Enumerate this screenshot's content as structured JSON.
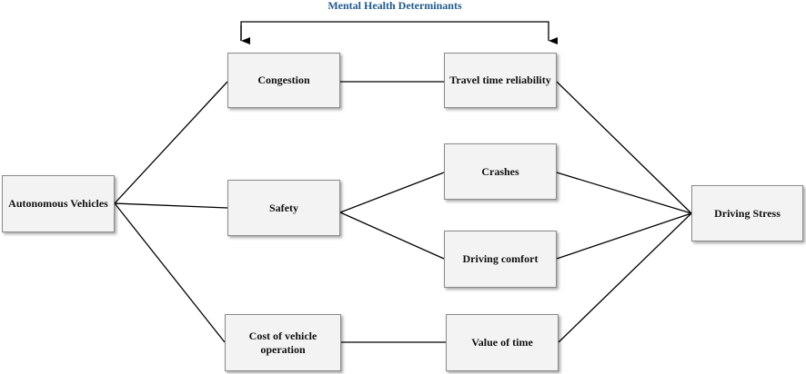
{
  "diagram": {
    "heading": "Mental Health Determinants",
    "heading_color": "#1f5a8c",
    "nodes": {
      "autonomous_vehicles": "Autonomous Vehicles",
      "congestion": "Congestion",
      "safety": "Safety",
      "cost_of_vehicle_operation": "Cost of vehicle operation",
      "travel_time_reliability": "Travel time reliability",
      "crashes": "Crashes",
      "driving_comfort": "Driving comfort",
      "value_of_time": "Value of time",
      "driving_stress": "Driving Stress"
    },
    "edges": [
      [
        "autonomous_vehicles",
        "congestion"
      ],
      [
        "autonomous_vehicles",
        "safety"
      ],
      [
        "autonomous_vehicles",
        "cost_of_vehicle_operation"
      ],
      [
        "congestion",
        "travel_time_reliability"
      ],
      [
        "safety",
        "crashes"
      ],
      [
        "safety",
        "driving_comfort"
      ],
      [
        "cost_of_vehicle_operation",
        "value_of_time"
      ],
      [
        "travel_time_reliability",
        "driving_stress"
      ],
      [
        "crashes",
        "driving_stress"
      ],
      [
        "driving_comfort",
        "driving_stress"
      ],
      [
        "value_of_time",
        "driving_stress"
      ]
    ]
  }
}
